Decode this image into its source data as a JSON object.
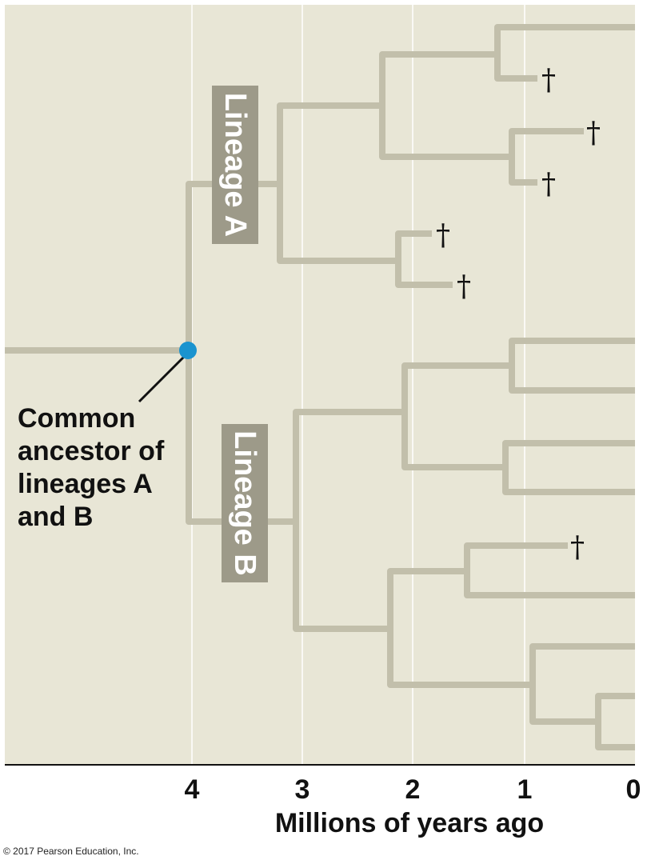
{
  "colors": {
    "background": "#e8e6d6",
    "branch": "#c2bfab",
    "label_box": "#9d9a89",
    "ancestor": "#1a93cf",
    "gridline": "#ffffff"
  },
  "axis": {
    "title": "Millions of years ago",
    "ticks": [
      {
        "value": 4,
        "label": "4"
      },
      {
        "value": 3,
        "label": "3"
      },
      {
        "value": 2,
        "label": "2"
      },
      {
        "value": 1,
        "label": "1"
      },
      {
        "value": 0,
        "label": "0"
      }
    ]
  },
  "lineage_a": {
    "label": "Lineage A"
  },
  "lineage_b": {
    "label": "Lineage B"
  },
  "callout": {
    "lines": [
      "Common",
      "ancestor of",
      "lineages A",
      "and B"
    ]
  },
  "extinction_icon": "dagger-icon",
  "copyright": "© 2017 Pearson Education, Inc."
}
